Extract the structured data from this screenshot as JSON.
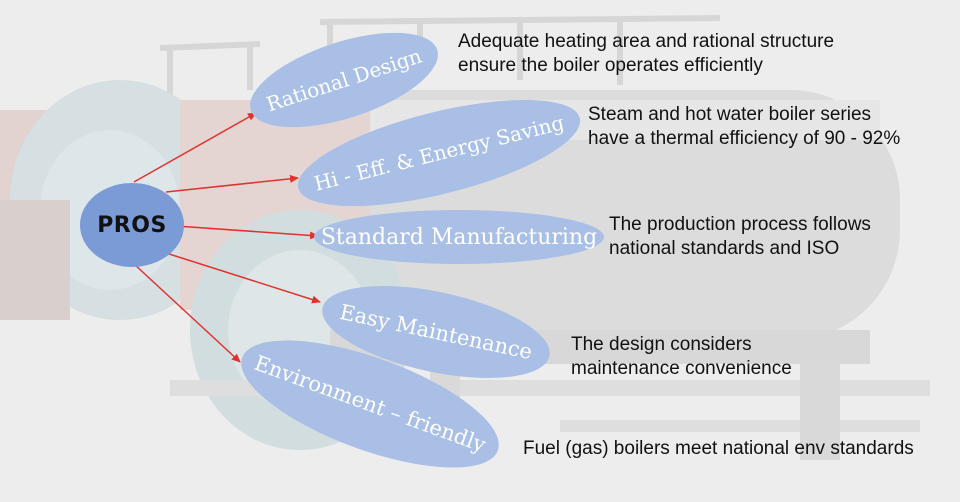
{
  "hub": {
    "label": "PROS"
  },
  "features": [
    {
      "label": "Rational Design",
      "desc": [
        "Adequate heating area and rational structure",
        "ensure the boiler operates efficiently"
      ]
    },
    {
      "label": "Hi - Eff. & Energy Saving",
      "desc": [
        "Steam and hot water boiler series",
        "have a thermal efficiency of 90 - 92%"
      ]
    },
    {
      "label": "Standard Manufacturing",
      "desc": [
        "The production process follows",
        "national standards and ISO"
      ]
    },
    {
      "label": "Easy Maintenance",
      "desc": [
        "The design considers",
        "maintenance convenience"
      ]
    },
    {
      "label": "Environment – friendly",
      "desc": [
        "Fuel (gas) boilers meet national env standards"
      ]
    }
  ],
  "colors": {
    "hub": "#7b9bd6",
    "pill": "#a9bfe6",
    "arrow": "#e0322c",
    "background": "#ededed"
  }
}
